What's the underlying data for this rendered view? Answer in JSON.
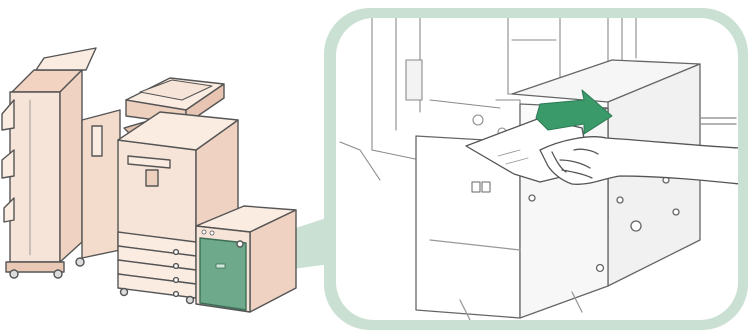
{
  "figure": {
    "overview": {
      "device": "multifunction-printer-with-finisher",
      "highlighted_part": "paper-deck-unit",
      "highlight_color": "#6fa98c",
      "body_fill": "#f7e4d8",
      "outline_color": "#555555"
    },
    "callout": {
      "frame_color": "#c9e0d3",
      "content": "hand-removing-jammed-paper-from-paper-deck",
      "arrow_color": "#3a9a6a",
      "arrow_direction": "right"
    }
  }
}
